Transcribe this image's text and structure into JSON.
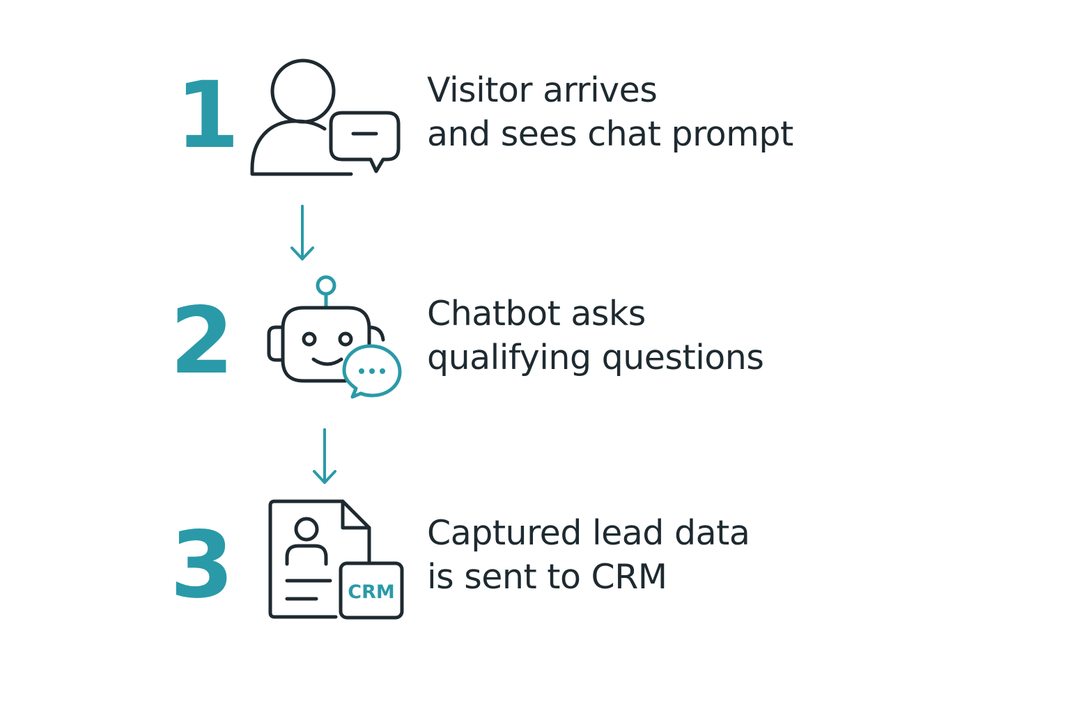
{
  "colors": {
    "accent": "#2a9aa8",
    "ink": "#1e2a30"
  },
  "steps": [
    {
      "number": "1",
      "icon": "visitor-chat-icon",
      "lines": [
        "Visitor arrives",
        "and sees chat prompt"
      ]
    },
    {
      "number": "2",
      "icon": "chatbot-robot-icon",
      "lines": [
        "Chatbot asks",
        "qualifying questions"
      ]
    },
    {
      "number": "3",
      "icon": "crm-document-icon",
      "badge": "CRM",
      "lines": [
        "Captured lead data",
        "is sent to CRM"
      ]
    }
  ],
  "connectors": [
    "arrow-down-icon",
    "arrow-down-icon"
  ]
}
